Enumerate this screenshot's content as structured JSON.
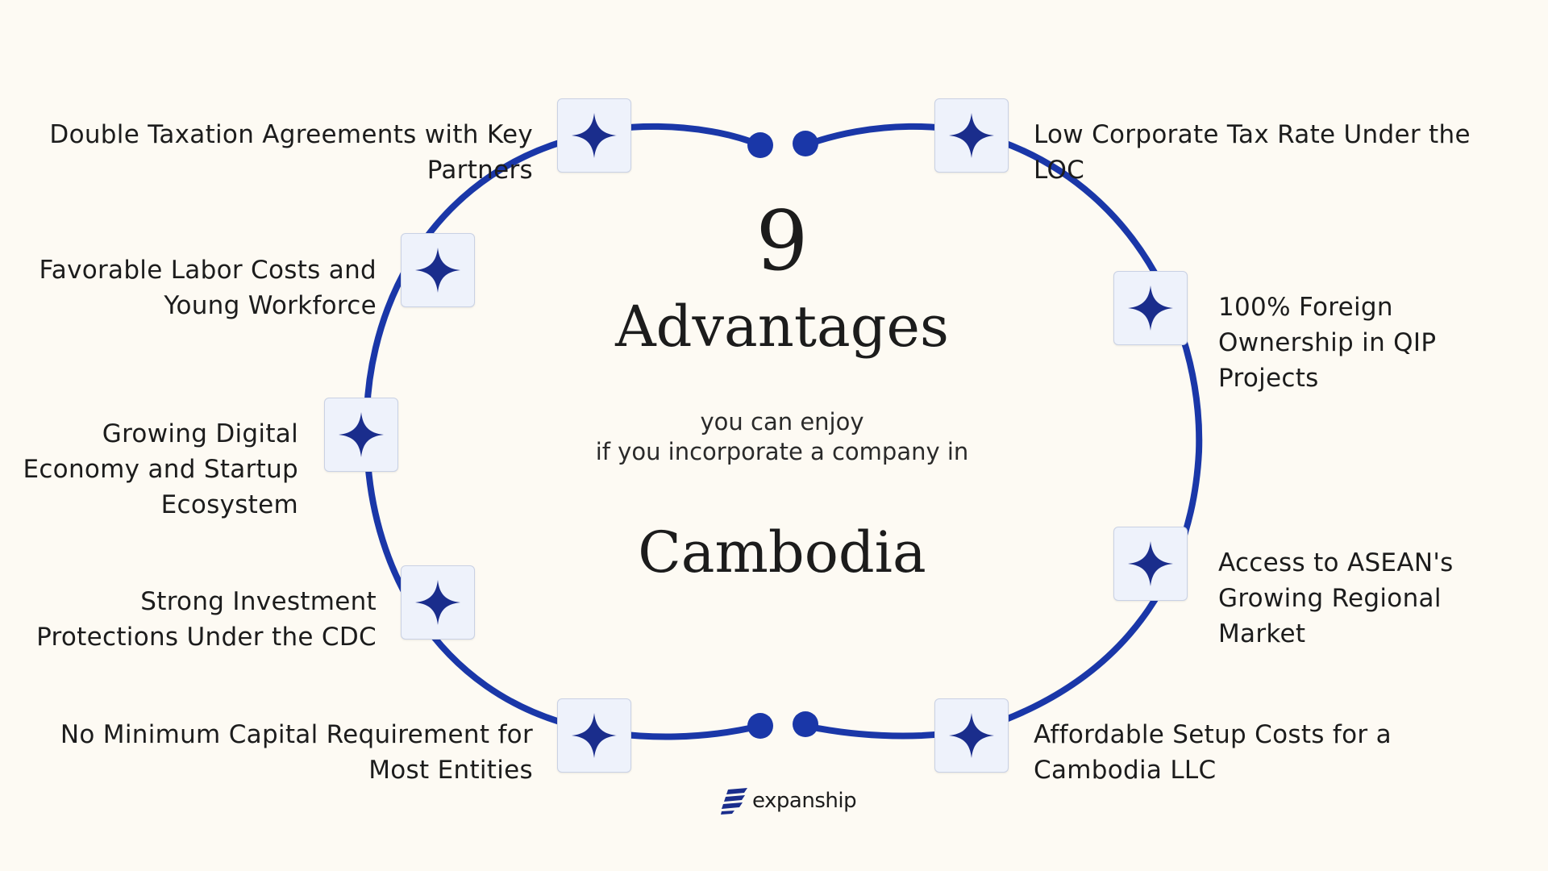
{
  "center": {
    "number": "9",
    "title": "Advantages",
    "subtitle_lines": [
      "you can enjoy",
      "if you incorporate a company in"
    ],
    "country": "Cambodia"
  },
  "advantages": [
    {
      "lines": [
        "Double Taxation Agreements with Key",
        "Partners"
      ]
    },
    {
      "lines": [
        "Favorable Labor Costs and",
        "Young Workforce"
      ]
    },
    {
      "lines": [
        "Growing Digital",
        "Economy and Startup",
        "Ecosystem"
      ]
    },
    {
      "lines": [
        "Strong Investment",
        "Protections Under the CDC"
      ]
    },
    {
      "lines": [
        "No Minimum Capital Requirement for",
        "Most Entities"
      ]
    },
    {
      "lines": [
        "Low Corporate Tax Rate Under the",
        "LOC"
      ]
    },
    {
      "lines": [
        "100% Foreign",
        "Ownership in QIP",
        "Projects"
      ]
    },
    {
      "lines": [
        "Access to ASEAN's",
        "Growing Regional",
        "Market"
      ]
    },
    {
      "lines": [
        "Affordable Setup Costs for a",
        "Cambodia LLC"
      ]
    }
  ],
  "brand": {
    "name": "expanship",
    "icon": "expanship-logo-icon"
  },
  "colors": {
    "ring": "#1a37a8",
    "star": "#1a2d8c",
    "background": "#fdfaf3",
    "tile": "#eef2fb"
  },
  "icons": {
    "tile": "sparkle-star-icon"
  }
}
